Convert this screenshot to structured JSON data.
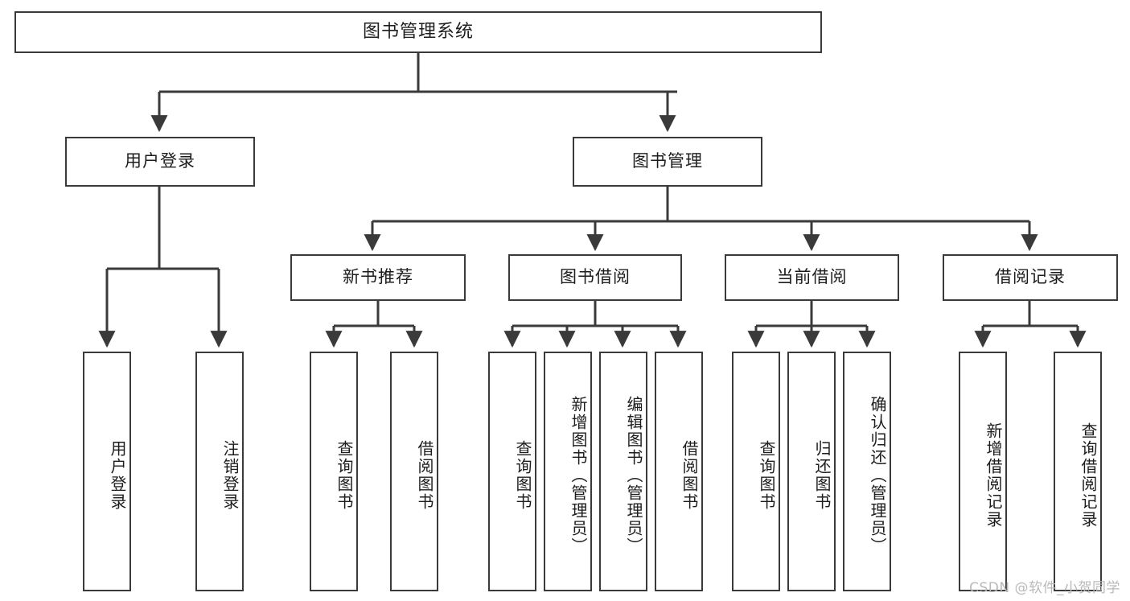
{
  "diagram": {
    "title": "图书管理系统",
    "root": {
      "label": "图书管理系统"
    },
    "level2": [
      {
        "label": "用户登录"
      },
      {
        "label": "图书管理"
      }
    ],
    "level3": [
      {
        "label": "新书推荐"
      },
      {
        "label": "图书借阅"
      },
      {
        "label": "当前借阅"
      },
      {
        "label": "借阅记录"
      }
    ],
    "leaves": {
      "user_login": [
        {
          "label": "用户登录"
        },
        {
          "label": "注销登录"
        }
      ],
      "new_book_recommend": [
        {
          "label": "查询图书"
        },
        {
          "label": "借阅图书"
        }
      ],
      "book_borrow": [
        {
          "label": "查询图书"
        },
        {
          "label": "新增图书（管理员）"
        },
        {
          "label": "编辑图书（管理员）"
        },
        {
          "label": "借阅图书"
        }
      ],
      "current_borrow": [
        {
          "label": "查询图书"
        },
        {
          "label": "归还图书"
        },
        {
          "label": "确认归还（管理员）"
        }
      ],
      "borrow_record": [
        {
          "label": "新增借阅记录"
        },
        {
          "label": "查询借阅记录"
        }
      ]
    }
  },
  "watermark": {
    "text": "CSDN @软件_小贺同学"
  },
  "colors": {
    "stroke": "#3a3a3a",
    "background": "#ffffff",
    "text": "#1d1d1d",
    "watermark": "#b9b9b9"
  }
}
